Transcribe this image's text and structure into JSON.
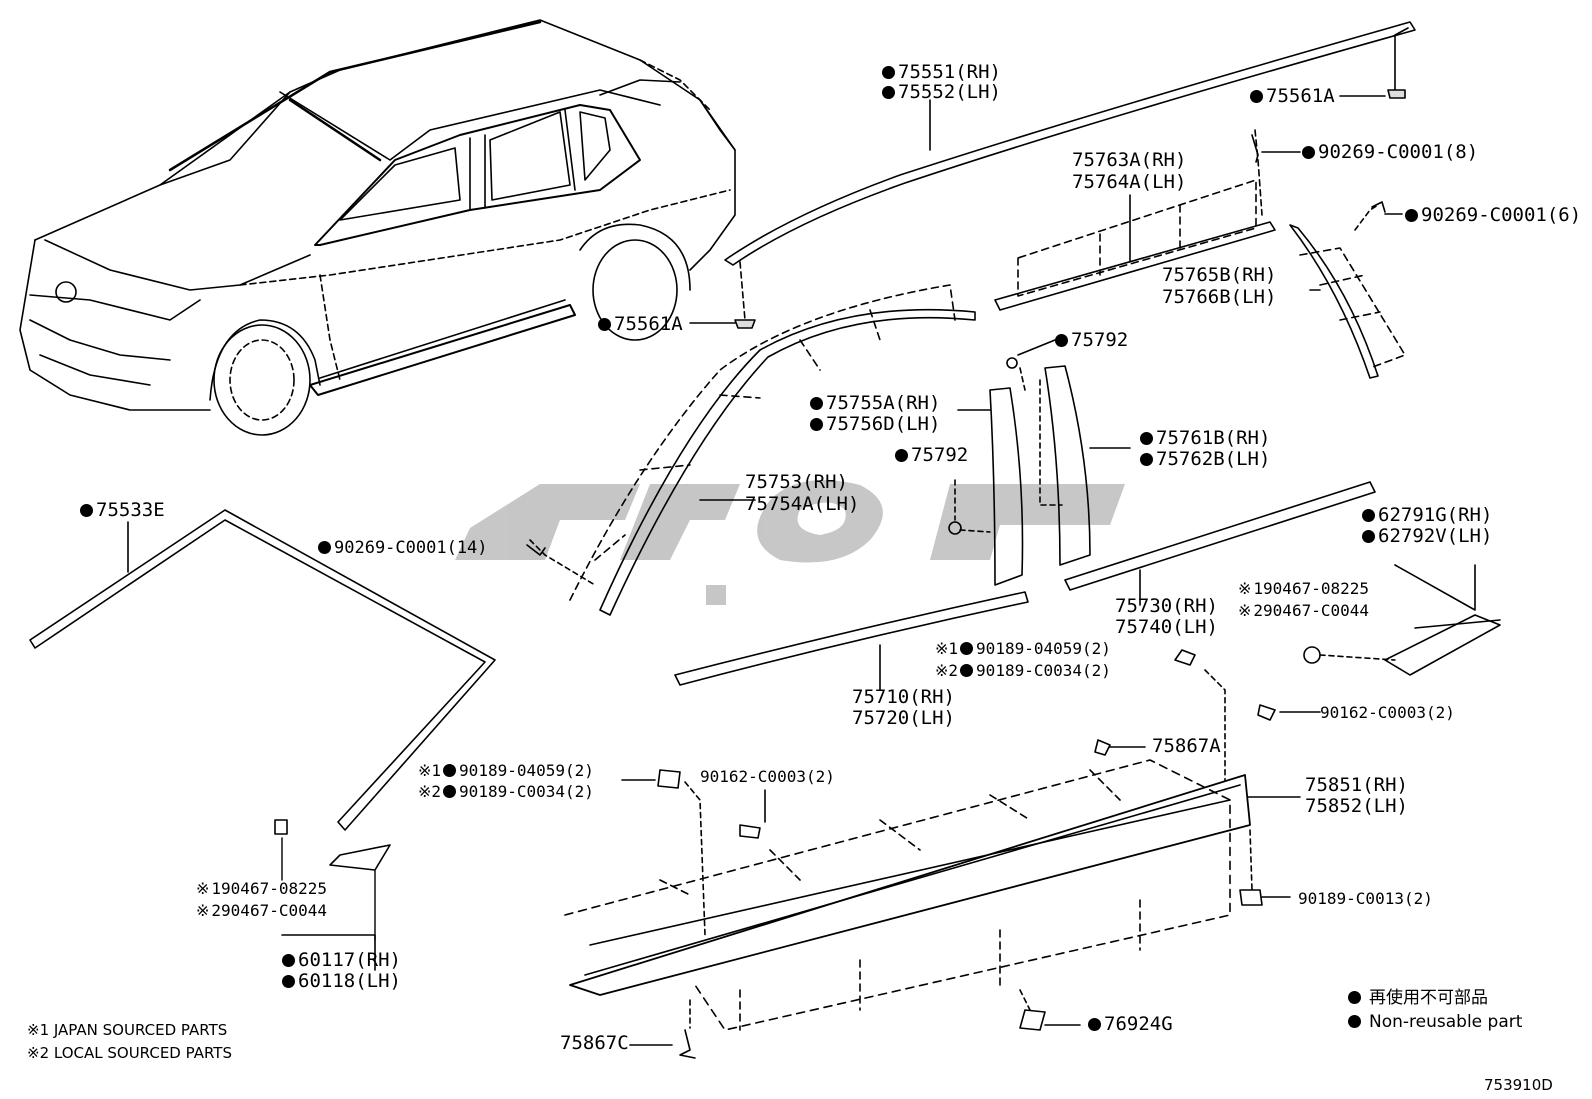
{
  "diagram_code": "753910D",
  "legend": {
    "item_jp": "再使用不可部品",
    "item_en": "Non-reusable part"
  },
  "notes": {
    "note1": "※1 JAPAN SOURCED PARTS",
    "note2": "※2 LOCAL SOURCED PARTS"
  },
  "parts": {
    "p75551": "75551(RH)",
    "p75552": "75552(LH)",
    "p75561a_top": "75561A",
    "p90269_8": "90269-C0001(8)",
    "p75763a": "75763A(RH)",
    "p75764a": "75764A(LH)",
    "p90269_6": "90269-C0001(6)",
    "p75765b": "75765B(RH)",
    "p75766b": "75766B(LH)",
    "p75561a_mid": "75561A",
    "p75792_top": "75792",
    "p75755a": "75755A(RH)",
    "p75756d": "75756D(LH)",
    "p75761b": "75761B(RH)",
    "p75762b": "75762B(LH)",
    "p75792_mid": "75792",
    "p75753": "75753(RH)",
    "p75754a": "75754A(LH)",
    "p75533e": "75533E",
    "p90269_14": "90269-C0001(14)",
    "p62791g": "62791G(RH)",
    "p62792v": "62792V(LH)",
    "p90467_08225_r": "190467-08225",
    "p90467_c0044_r": "290467-C0044",
    "p75730": "75730(RH)",
    "p75740": "75740(LH)",
    "p90189_04059_r": "90189-04059(2)",
    "p90189_c0034_r": "90189-C0034(2)",
    "p75710": "75710(RH)",
    "p75720": "75720(LH)",
    "p90162_r": "90162-C0003(2)",
    "p75867a": "75867A",
    "p90189_04059_l": "90189-04059(2)",
    "p90189_c0034_l": "90189-C0034(2)",
    "p90162_l": "90162-C0003(2)",
    "p75851": "75851(RH)",
    "p75852": "75852(LH)",
    "p90467_08225_l": "190467-08225",
    "p90467_c0044_l": "290467-C0044",
    "p90189_c0013": "90189-C0013(2)",
    "p60117": "60117(RH)",
    "p60118": "60118(LH)",
    "p75867c": "75867C",
    "p76924g": "76924G"
  },
  "marks": {
    "m1": "※1",
    "m2": "※2",
    "m": "※"
  }
}
